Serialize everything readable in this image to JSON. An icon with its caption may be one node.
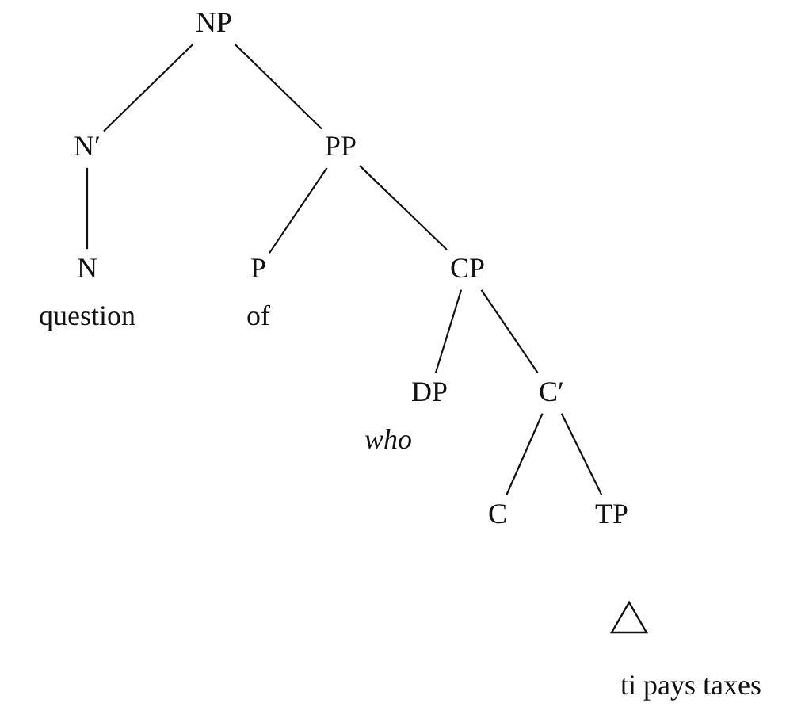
{
  "diagram": {
    "nodes": [
      {
        "text": [
          "NP"
        ]
      },
      {
        "text": [
          "N′"
        ]
      },
      {
        "text": [
          "PP"
        ]
      },
      {
        "text": [
          "N"
        ],
        "beside": [
          "question"
        ]
      },
      {
        "text": [
          "P"
        ],
        "beside": [
          "of"
        ]
      },
      {
        "text": [
          "CP"
        ]
      },
      {
        "text": [
          "DP"
        ],
        "beside": [
          "who"
        ]
      },
      {
        "text": [
          "C′"
        ]
      },
      {
        "text": [
          "C"
        ]
      },
      {
        "text": [
          "TP"
        ]
      },
      {
        "text": [
          "ti pays taxes"
        ]
      }
    ],
    "edges": [
      {
        "from": 0,
        "to": 1,
        "arrow": "none"
      },
      {
        "from": 0,
        "to": 2,
        "arrow": "none"
      },
      {
        "from": 1,
        "to": 3,
        "arrow": "none"
      },
      {
        "from": 2,
        "to": 4,
        "arrow": "none"
      },
      {
        "from": 2,
        "to": 5,
        "arrow": "none"
      },
      {
        "from": 5,
        "to": 6,
        "arrow": "none"
      },
      {
        "from": 5,
        "to": 7,
        "arrow": "none"
      },
      {
        "from": 7,
        "to": 8,
        "arrow": "none"
      },
      {
        "from": 7,
        "to": 9,
        "arrow": "none"
      }
    ]
  }
}
